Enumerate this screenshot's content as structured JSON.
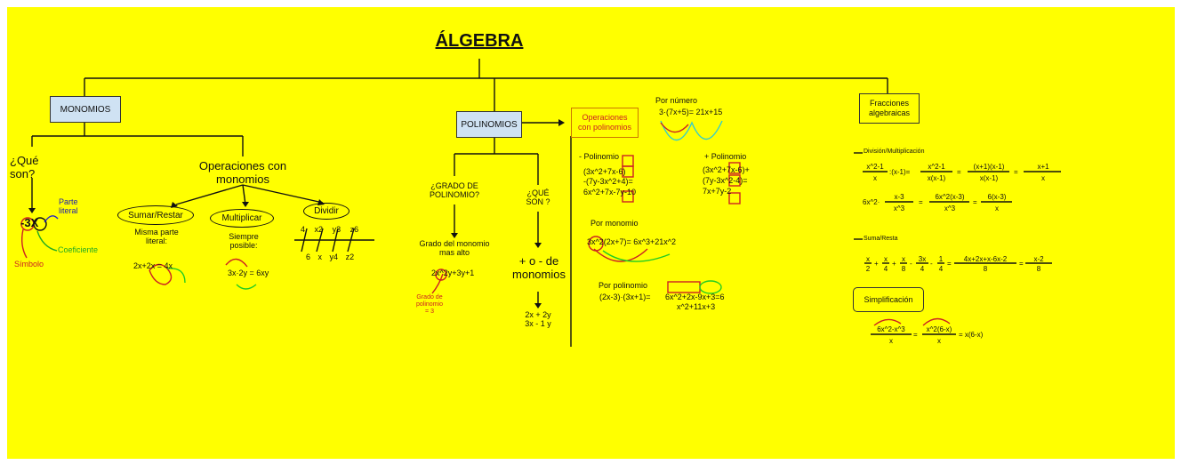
{
  "title": "ÁLGEBRA",
  "monomios": {
    "box": "MONOMIOS",
    "que_son": [
      "¿Qué",
      "son?"
    ],
    "ex_num": "-3",
    "ex_var": "X",
    "parte_literal": [
      "Parte",
      "literal"
    ],
    "coeficiente": "Coeficiente",
    "simbolo": "Símbolo",
    "operaciones": [
      "Operaciones con",
      "monomios"
    ],
    "sumar_restar": "Sumar/Restar",
    "misma_parte": [
      "Misma parte",
      "literal:"
    ],
    "sumar_ex": "2x+2x = 4x",
    "multiplicar": "Multiplicar",
    "siempre": [
      "Siempre",
      "posible:"
    ],
    "mult_ex": "3x·2y = 6xy",
    "dividir": "Dividir",
    "div_nums": [
      "4",
      "x2",
      "y3",
      "z6"
    ],
    "div_dens": [
      "6",
      "x",
      "y4",
      "z2"
    ]
  },
  "polinomios": {
    "box": "POLINOMIOS",
    "grado_q": [
      "¿GRADO DE",
      "POLINOMIO?"
    ],
    "grado_a": [
      "Grado del monomio",
      "mas alto"
    ],
    "grado_ex": "2x^2y+3y+1",
    "grado_note": [
      "Grado de",
      "polinomio",
      "= 3"
    ],
    "que_son": [
      "¿QUÉ",
      "SON ?"
    ],
    "que_a": [
      "+ o - de",
      "monomios"
    ],
    "que_ex": [
      "2x + 2y",
      "3x - 1 y"
    ]
  },
  "operaciones": {
    "box": [
      "Operaciones",
      "con polinomios"
    ],
    "por_numero": "Por número",
    "por_numero_ex": "3·(7x+5)= 21x+15",
    "menos_pol": "- Polinomio",
    "menos_lines": [
      "(3x^2+7x-6)",
      "-(7y-3x^2+4)=",
      "6x^2+7x-7y-10"
    ],
    "mas_pol": "+ Polinomio",
    "mas_lines": [
      "(3x^2+7x-6)+",
      "(7y-3x^2-4)=",
      "7x+7y-2"
    ],
    "por_monomio": "Por monomio",
    "por_monomio_ex": "3x^2(2x+7)= 6x^3+21x^2",
    "por_polinomio": "Por polinomio",
    "por_polinomio_ex": "(2x-3)·(3x+1)=",
    "por_polinomio_r1": "6x^2+2x-9x+3=6",
    "por_polinomio_r2": "x^2+11x+3"
  },
  "fracciones": {
    "box": [
      "Fracciones",
      "algebraicas"
    ],
    "division_title": "División/Multiplicación",
    "d1": {
      "n1": "x^2-1",
      "d1": "x",
      "mid": ":(x-1)=",
      "n2": "x^2-1",
      "d2": "x(x-1)",
      "n3": "(x+1)(x-1)",
      "d3": "x(x-1)",
      "n4": "x+1",
      "d4": "x"
    },
    "d2": {
      "pre": "6x^2·",
      "n1": "x-3",
      "d1": "x^3",
      "n2": "6x^2(x-3)",
      "d2": "x^3",
      "n3": "6(x-3)",
      "d3": "x"
    },
    "suma_title": "Suma/Resta",
    "s": {
      "fr": [
        [
          "x",
          "2"
        ],
        [
          "x",
          "4"
        ],
        [
          "x",
          "8"
        ],
        [
          "3x",
          "4"
        ],
        [
          "1",
          "4"
        ]
      ],
      "ops": [
        "+",
        "+",
        "-",
        "-"
      ],
      "n1": "4x+2x+x-6x-2",
      "d1": "8",
      "n2": "x-2",
      "d2": "8"
    },
    "simplificacion": "Simplificación",
    "simp": {
      "n1": "6x^2-x^3",
      "d1": "x",
      "n2": "x^2(6-x)",
      "d2": "x",
      "res": "= x(6-x)"
    }
  }
}
